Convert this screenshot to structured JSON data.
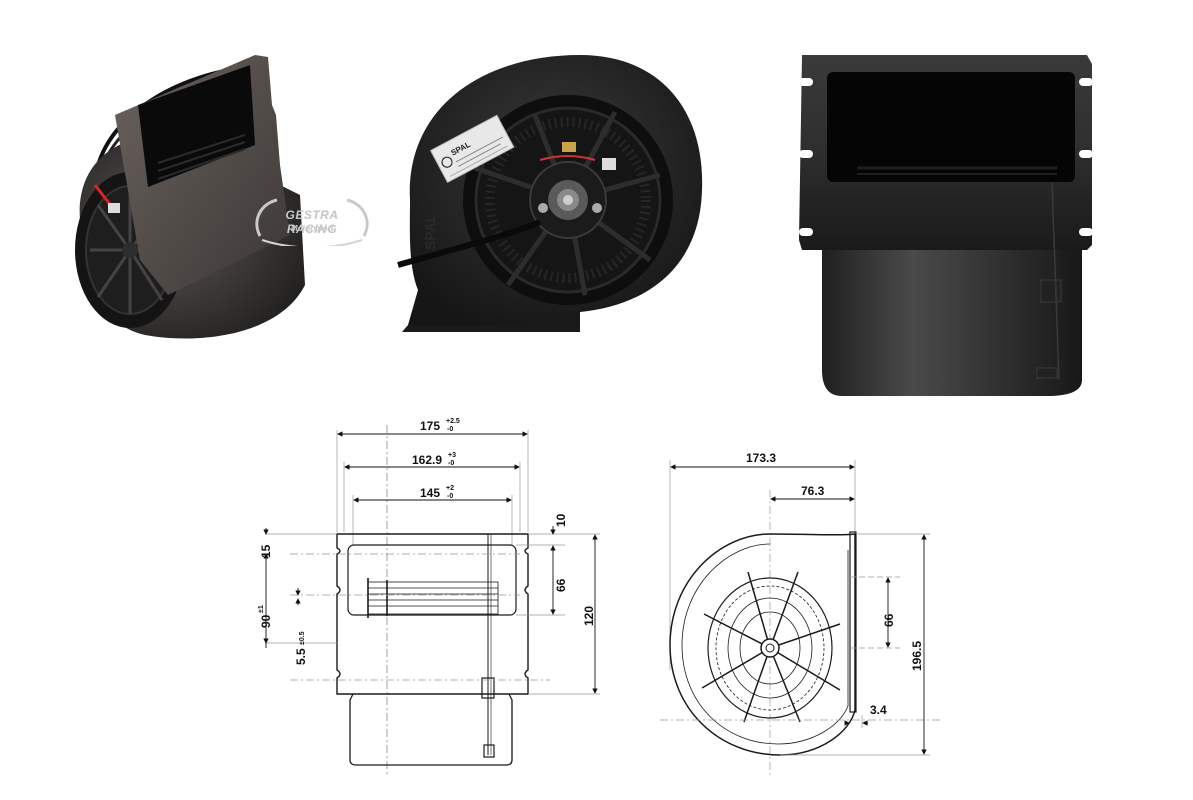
{
  "photos": [
    {
      "name": "blower-three-quarter-view",
      "view": "isometric (outlet + inlet)"
    },
    {
      "name": "blower-inlet-side-view",
      "view": "side / inlet with motor"
    },
    {
      "name": "blower-outlet-top-view",
      "view": "outlet flange front"
    }
  ],
  "label": {
    "brand": "SPAL",
    "housing_brand": "SPAL"
  },
  "watermark": {
    "line1": "GESTRA RACING",
    "line2": "Motorsport"
  },
  "drawing": {
    "front_view": {
      "width_outer": {
        "value": "175",
        "tol_plus": "+2.5",
        "tol_minus": "-0"
      },
      "width_mid": {
        "value": "162.9",
        "tol_plus": "+3",
        "tol_minus": "-0"
      },
      "width_inner": {
        "value": "145",
        "tol_plus": "+2",
        "tol_minus": "-0"
      },
      "top_offset": "15",
      "hole_spacing": {
        "value": "90",
        "tol": "±1"
      },
      "slot_width": {
        "value": "5.5",
        "tol": "±0.5"
      },
      "flange_top": "10",
      "outlet_height": "66",
      "flange_height": "120"
    },
    "side_view": {
      "overall_width": "173.3",
      "axis_offset": "76.3",
      "outlet_height": "66",
      "overall_height": "196.5",
      "flange_thickness": "3.4"
    }
  },
  "colors": {
    "background": "#ffffff",
    "housing": "#2a2a2a",
    "housing_light": "#4a4745",
    "line": "#1a1a1a",
    "centerline": "#9a9a9a"
  }
}
